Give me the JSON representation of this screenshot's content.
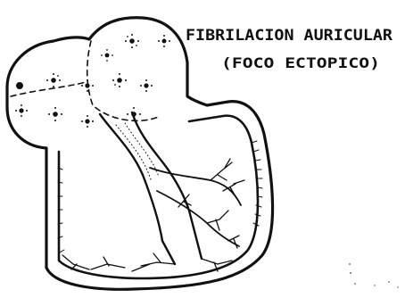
{
  "figure": {
    "title_line1": "FIBRILACION AURICULAR",
    "title_line2": "(FOCO ECTOPICO)",
    "ink_color": "#111111",
    "paper_color": "#ffffff",
    "ectopic_focus_count": 11
  }
}
